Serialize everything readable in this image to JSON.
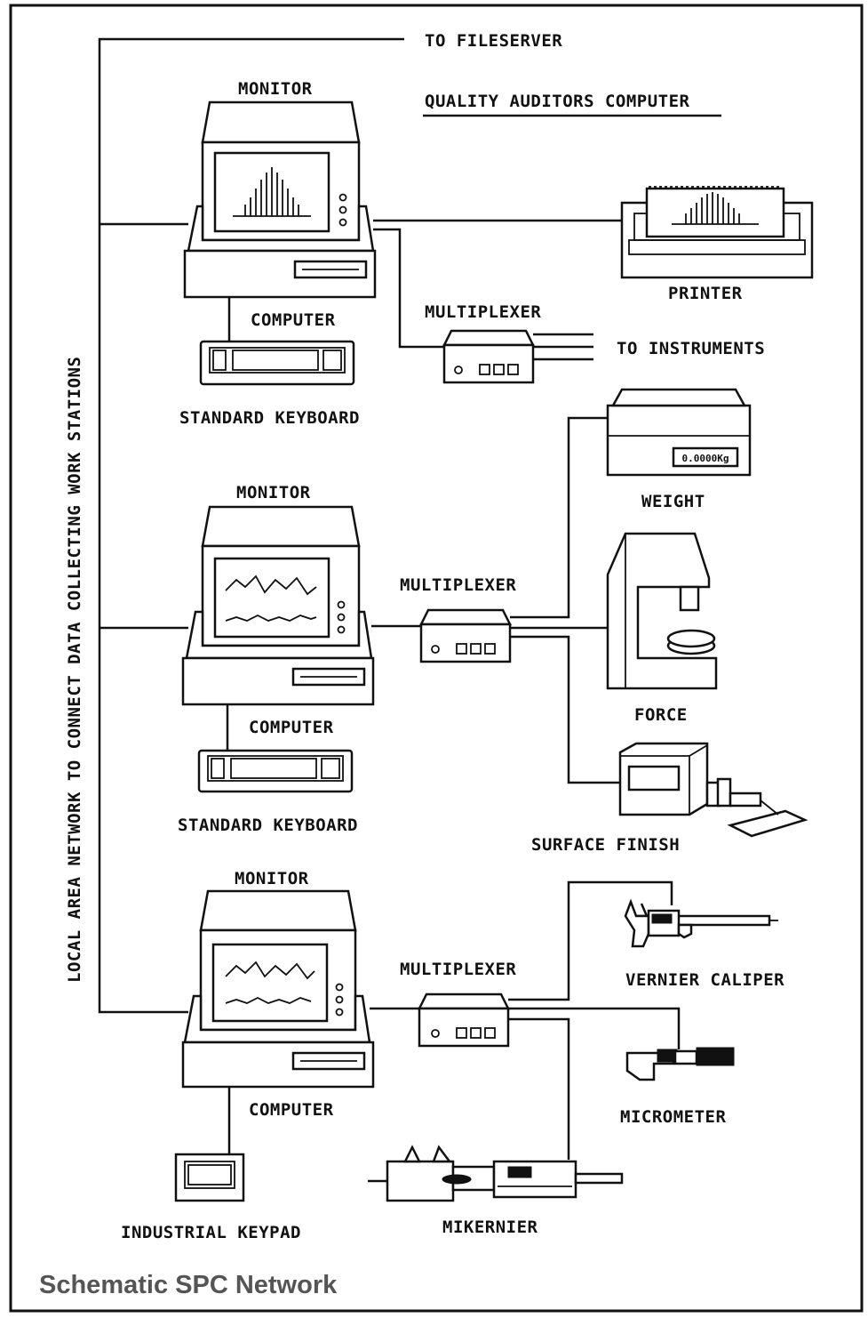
{
  "caption": "Schematic SPC Network",
  "lan_label": "LOCAL AREA NETWORK TO CONNECT DATA COLLECTING WORK STATIONS",
  "fileserver_label": "TO FILESERVER",
  "auditor_label": "QUALITY AUDITORS COMPUTER",
  "station1": {
    "monitor": "MONITOR",
    "computer": "COMPUTER",
    "keyboard": "STANDARD KEYBOARD",
    "multiplexer": "MULTIPLEXER",
    "printer": "PRINTER",
    "instruments": "TO INSTRUMENTS"
  },
  "station2": {
    "monitor": "MONITOR",
    "computer": "COMPUTER",
    "keyboard": "STANDARD KEYBOARD",
    "multiplexer": "MULTIPLEXER",
    "weight": "WEIGHT",
    "weight_display": "0.0000Kg",
    "force": "FORCE",
    "surface": "SURFACE FINISH"
  },
  "station3": {
    "monitor": "MONITOR",
    "computer": "COMPUTER",
    "keypad": "INDUSTRIAL KEYPAD",
    "multiplexer": "MULTIPLEXER",
    "vernier": "VERNIER CALIPER",
    "micrometer": "MICROMETER",
    "mikernier": "MIKERNIER"
  }
}
